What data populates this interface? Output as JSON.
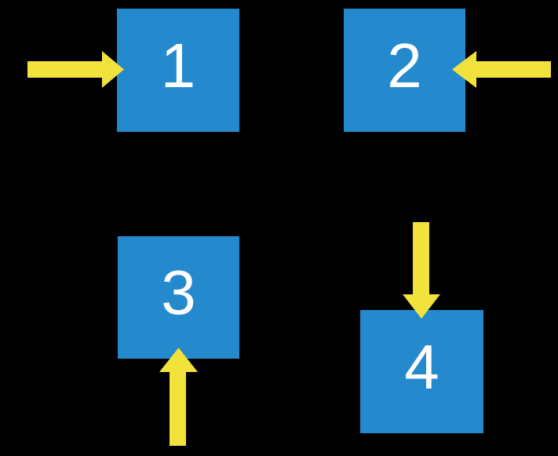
{
  "canvas": {
    "background_color": "#000000"
  },
  "colors": {
    "box_blue": "#2589CE",
    "arrow_yellow": "#F2E23C",
    "label_white": "#FFFFFF"
  },
  "boxes": [
    {
      "label": "1",
      "arrow_direction": "right",
      "arrow_points_at": "left side"
    },
    {
      "label": "2",
      "arrow_direction": "left",
      "arrow_points_at": "right side"
    },
    {
      "label": "3",
      "arrow_direction": "up",
      "arrow_points_at": "bottom side"
    },
    {
      "label": "4",
      "arrow_direction": "down",
      "arrow_points_at": "top side"
    }
  ],
  "arrows": [
    {
      "icon": "arrow-right-icon",
      "direction": "right",
      "target_box": "1"
    },
    {
      "icon": "arrow-left-icon",
      "direction": "left",
      "target_box": "2"
    },
    {
      "icon": "arrow-up-icon",
      "direction": "up",
      "target_box": "3"
    },
    {
      "icon": "arrow-down-icon",
      "direction": "down",
      "target_box": "4"
    }
  ]
}
